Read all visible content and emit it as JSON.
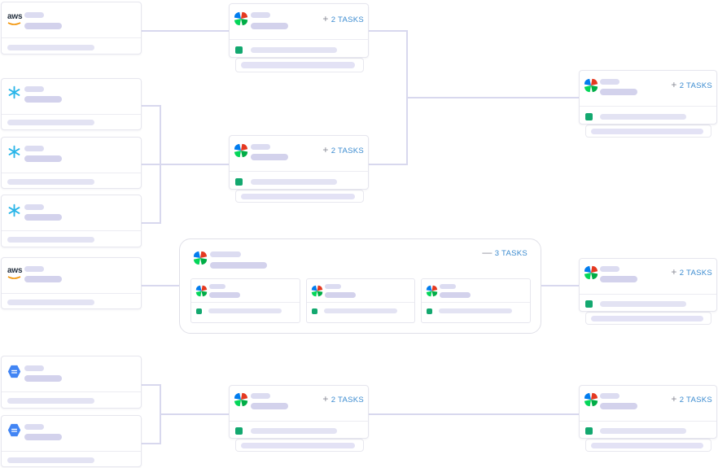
{
  "diagram": {
    "task_groups": [
      {
        "id": "group-1",
        "toggle_symbol": "+",
        "tasks_label": "2 TASKS"
      },
      {
        "id": "group-2",
        "toggle_symbol": "+",
        "tasks_label": "2 TASKS"
      },
      {
        "id": "group-3",
        "toggle_symbol": "+",
        "tasks_label": "2 TASKS"
      },
      {
        "id": "group-4",
        "toggle_symbol": "+",
        "tasks_label": "2 TASKS"
      },
      {
        "id": "group-5",
        "toggle_symbol": "+",
        "tasks_label": "2 TASKS"
      },
      {
        "id": "group-6",
        "toggle_symbol": "+",
        "tasks_label": "2 TASKS"
      }
    ],
    "expanded_group": {
      "toggle_symbol": "—",
      "tasks_label": "3 TASKS"
    },
    "source_labels": {
      "aws": "aws"
    },
    "colors": {
      "accent": "#3b8bd0",
      "status": "#13a86f",
      "connector": "#d8d8ee",
      "placeholder": "#dcdcf1"
    }
  }
}
